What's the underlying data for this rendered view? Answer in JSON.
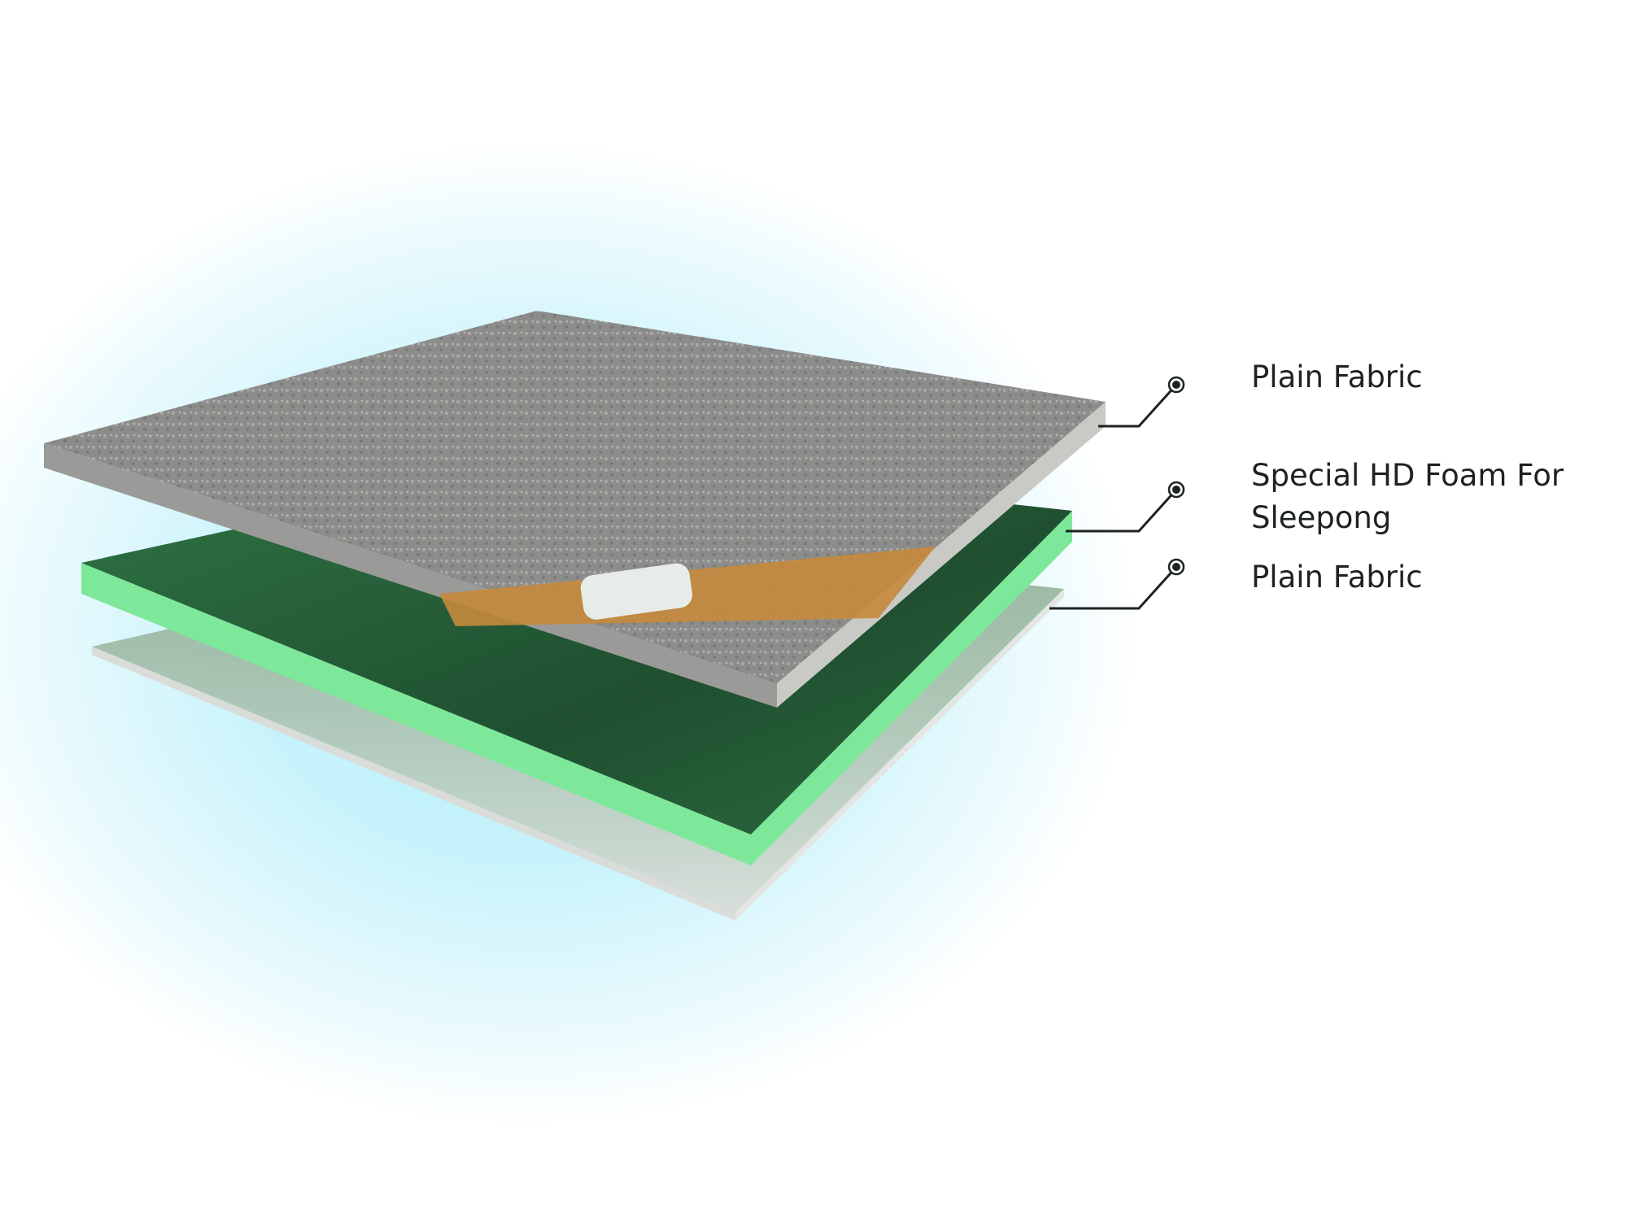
{
  "layers": [
    {
      "label": "Plain Fabric"
    },
    {
      "label": "Special HD Foam For Sleepong"
    },
    {
      "label": "Plain Fabric"
    }
  ],
  "colors": {
    "fabric": "#8e8e8c",
    "foam_top": "#2d6a3e",
    "foam_side": "#7ee89a",
    "glow": "#c3f1fa",
    "line": "#1d231f"
  }
}
